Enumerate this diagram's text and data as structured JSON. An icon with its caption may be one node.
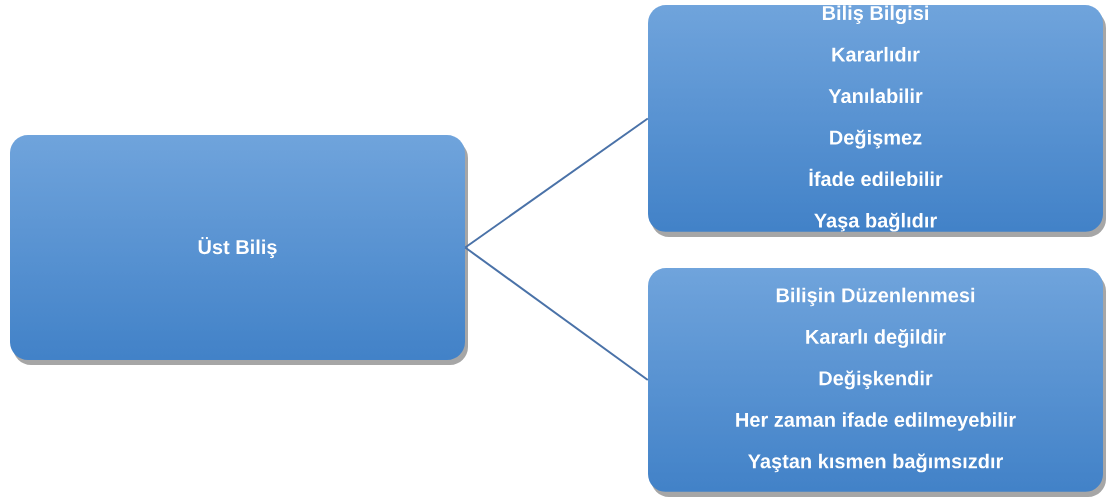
{
  "diagram": {
    "nodes": [
      {
        "text": [
          "Üst Biliş"
        ]
      },
      {
        "text": [
          "Biliş Bilgisi",
          "Kararlıdır",
          "Yanılabilir",
          "Değişmez",
          "İfade edilebilir",
          "Yaşa bağlıdır"
        ]
      },
      {
        "text": [
          "Bilişin Düzenlenmesi",
          "Kararlı değildir",
          "Değişkendir",
          "Her zaman ifade edilmeyebilir",
          "Yaştan kısmen bağımsızdır"
        ]
      }
    ],
    "edges": [
      {
        "from": 0,
        "to": 1,
        "arrow": "none"
      },
      {
        "from": 0,
        "to": 2,
        "arrow": "none"
      }
    ]
  }
}
